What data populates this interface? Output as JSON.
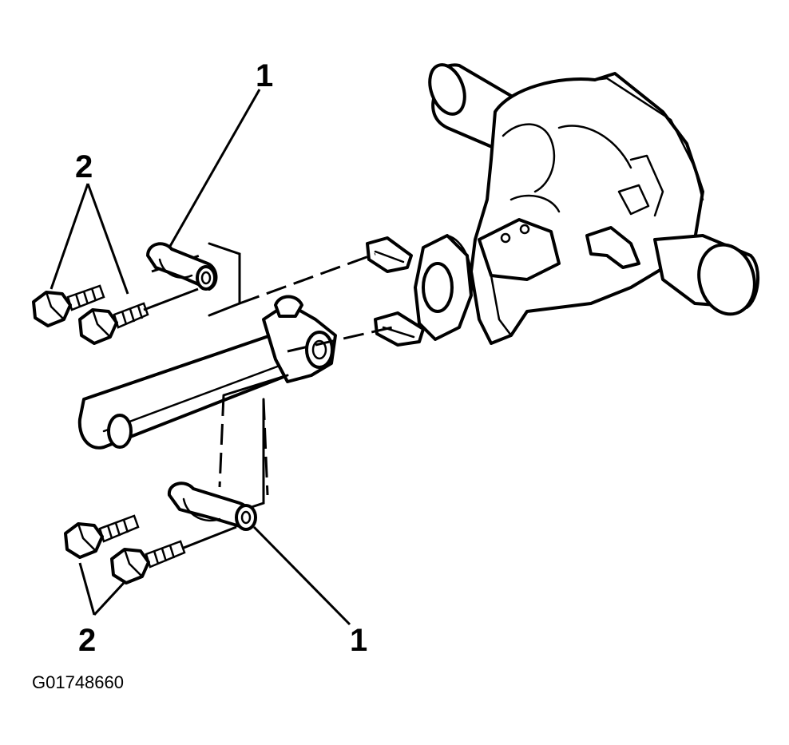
{
  "figure": {
    "id": "G01748660",
    "callouts": {
      "upper_strap": "1",
      "upper_bolts": "2",
      "lower_strap": "1",
      "lower_bolts": "2"
    }
  },
  "colors": {
    "ink": "#000000",
    "paper": "#ffffff"
  }
}
